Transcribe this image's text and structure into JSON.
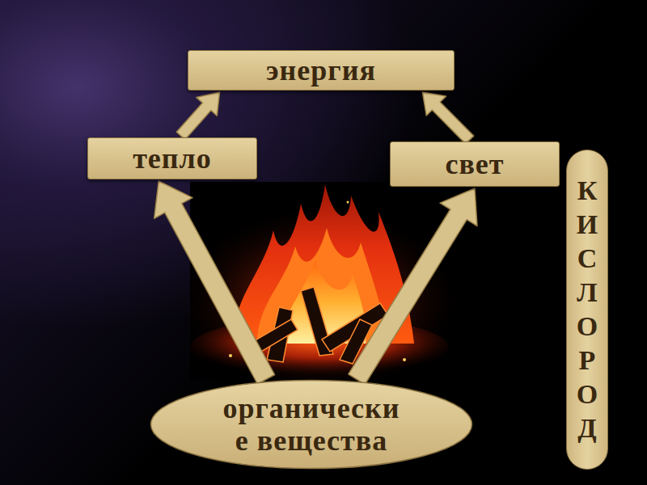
{
  "diagram": {
    "nodes": [
      {
        "text": [
          "энергия"
        ]
      },
      {
        "text": [
          "тепло"
        ]
      },
      {
        "text": [
          "свет"
        ]
      },
      {
        "text": [
          "КИСЛОРОД"
        ]
      },
      {
        "text": [
          "органически е вещества"
        ]
      }
    ],
    "edges": [
      {
        "from": 1,
        "to": 0,
        "arrow": "to"
      },
      {
        "from": 2,
        "to": 0,
        "arrow": "to"
      },
      {
        "from": 4,
        "to": 1,
        "arrow": "to"
      },
      {
        "from": 4,
        "to": 2,
        "arrow": "to"
      }
    ]
  }
}
